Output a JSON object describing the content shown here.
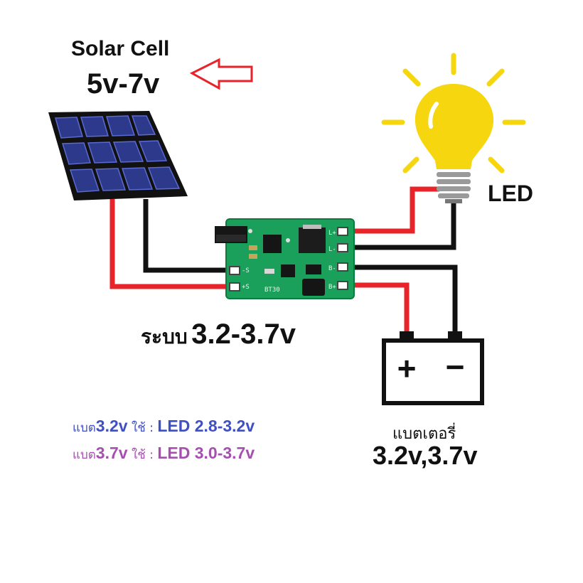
{
  "solar": {
    "title": "Solar Cell",
    "voltage": "5v-7v"
  },
  "led": {
    "label": "LED"
  },
  "system": {
    "prefix": "ระบบ",
    "voltage": "3.2-3.7v"
  },
  "notes": [
    {
      "prefix": "แบต",
      "battery": "3.2v",
      "use": " ใช้ : ",
      "led": "LED 2.8-3.2v",
      "color": "#3f4fc4"
    },
    {
      "prefix": "แบต",
      "battery": "3.7v",
      "use": " ใช้ : ",
      "led": "LED 3.0-3.7v",
      "color": "#a64fb0"
    }
  ],
  "battery": {
    "label": "แบตเตอรี่",
    "voltage": "3.2v,3.7v",
    "plus": "+",
    "minus": "−"
  },
  "board": {
    "silk_top": "L+",
    "silk_mid": "L-",
    "silk_bminus": "B-",
    "silk_bplus": "B+",
    "silk_sminus": "-S",
    "silk_splus": "+S",
    "marking": "BT30"
  },
  "colors": {
    "wire_red": "#e8232a",
    "wire_black": "#111111",
    "pcb": "#1aa05a",
    "bulb": "#f5d60f",
    "panel_cell": "#2d3a8c",
    "arrow": "#e8232a"
  }
}
